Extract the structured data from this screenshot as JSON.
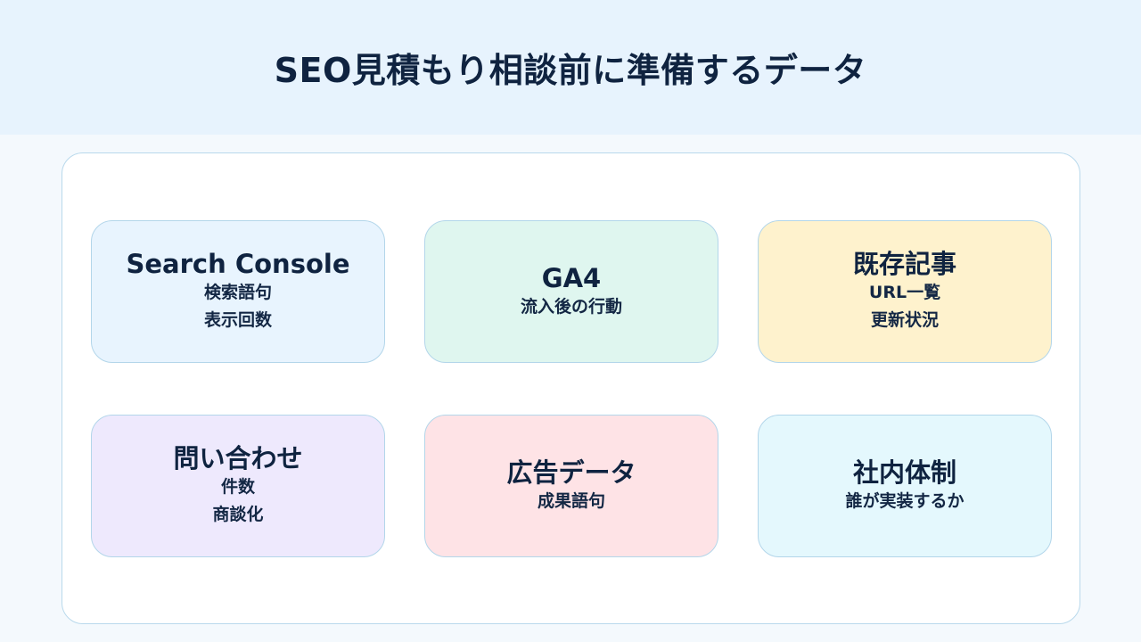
{
  "header": {
    "title": "SEO見積もり相談前に準備するデータ"
  },
  "cards": [
    {
      "title": "Search Console",
      "lines": [
        "検索語句",
        "表示回数"
      ],
      "color": "#e8f4fe"
    },
    {
      "title": "GA4",
      "lines": [
        "流入後の行動"
      ],
      "color": "#dff6ef"
    },
    {
      "title": "既存記事",
      "lines": [
        "URL一覧",
        "更新状況"
      ],
      "color": "#fef2cd"
    },
    {
      "title": "問い合わせ",
      "lines": [
        "件数",
        "商談化"
      ],
      "color": "#eee9fd"
    },
    {
      "title": "広告データ",
      "lines": [
        "成果語句"
      ],
      "color": "#fee3e6"
    },
    {
      "title": "社内体制",
      "lines": [
        "誰が実装するか"
      ],
      "color": "#e4f8fd"
    }
  ]
}
